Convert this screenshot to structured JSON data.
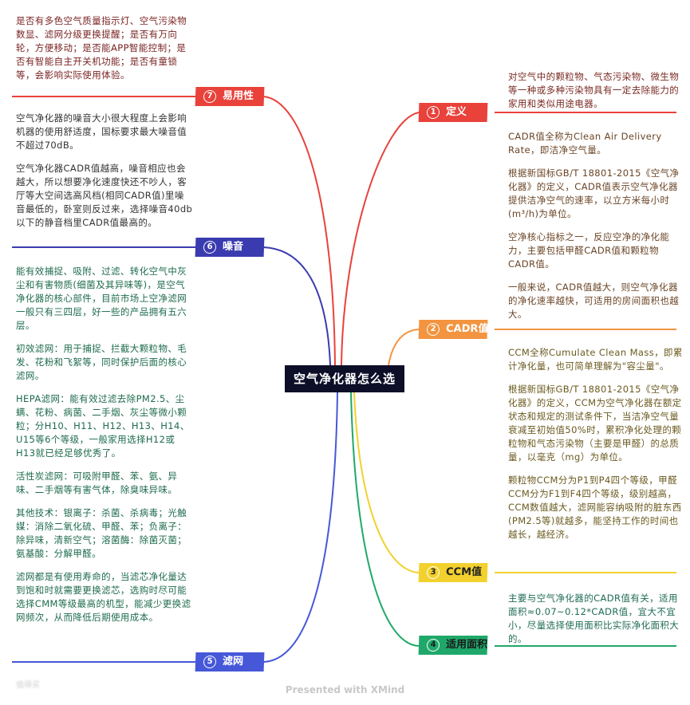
{
  "central": "空气净化器怎么选",
  "colors": {
    "red": "#e8423b",
    "orange": "#f29440",
    "yellow": "#f2d12e",
    "green": "#1fa86a",
    "blue6": "#3b3bb0",
    "blue5": "#4658d8",
    "central_bg": "#0d0f28"
  },
  "branches": {
    "b1": {
      "num": "1",
      "label": "定义",
      "notes": [
        "对空气中的颗粒物、气态污染物、微生物等一种或多种污染物具有一定去除能力的家用和类似用途电器。"
      ]
    },
    "b2": {
      "num": "2",
      "label": "CADR值",
      "notes": [
        "CADR值全称为Clean Air Delivery Rate，即洁净空气量。",
        "根据新国标GB/T 18801-2015《空气净化器》的定义，CADR值表示空气净化器提供洁净空气的速率，以立方米每小时(m³/h)为单位。",
        "空净核心指标之一，反应空净的净化能力，主要包括甲醛CADR值和颗粒物CADR值。",
        "一般来说，CADR值越大，则空气净化器的净化速率越快，可适用的房间面积也越大。"
      ]
    },
    "b3": {
      "num": "3",
      "label": "CCM值",
      "notes": [
        "CCM全称Cumulate Clean Mass，即累计净化量，也可简单理解为\"容尘量\"。",
        "根据新国标GB/T 18801-2015《空气净化器》的定义，CCM为空气净化器在额定状态和规定的测试条件下，当洁净空气量衰减至初始值50%时，累积净化处理的颗粒物和气态污染物（主要是甲醛）的总质量，以毫克（mg）为单位。",
        "颗粒物CCM分为P1到P4四个等级，甲醛CCM分为F1到F4四个等级，级别越高，CCM数值越大，滤网能容纳吸附的脏东西(PM2.5等)就越多，能坚持工作的时间也越长，越经济。"
      ]
    },
    "b4": {
      "num": "4",
      "label": "适用面积",
      "notes": [
        "主要与空气净化器的CADR值有关，适用面积≈0.07~0.12*CADR值，宜大不宜小，尽量选择使用面积比实际净化面积大的。"
      ]
    },
    "b5": {
      "num": "5",
      "label": "滤网",
      "notes": [
        "能有效捕捉、吸附、过滤、转化空气中灰尘和有害物质(细菌及其异味等)，是空气净化器的核心部件，目前市场上空净滤网一般只有三四层，好一些的产品拥有五六层。",
        "初效滤网：用于捕捉、拦截大颗粒物、毛发、花粉和飞絮等，同时保护后面的核心滤网。",
        "HEPA滤网：能有效过滤去除PM2.5、尘螨、花粉、病菌、二手烟、灰尘等微小颗粒；分H10、H11、H12、H13、H14、U15等6个等级，一般家用选择H12或H13就已经足够优秀了。",
        "活性炭滤网：可吸附甲醛、苯、氨、异味、二手烟等有害气体，除臭味异味。",
        "其他技术：银离子：杀菌、杀病毒；光触媒：消除二氧化硫、甲醛、苯；负离子：除异味，清新空气；溶菌酶：除菌灭菌；氨基酸：分解甲醛。",
        "滤网都是有使用寿命的，当滤芯净化量达到饱和时就需要更换滤芯，选购时尽可能选择CMM等级最高的机型，能减少更换滤网频次，从而降低后期使用成本。"
      ]
    },
    "b6": {
      "num": "6",
      "label": "噪音",
      "notes": [
        "空气净化器的噪音大小很大程度上会影响机器的使用舒适度，国标要求最大噪音值不超过70dB。",
        "空气净化器CADR值越高，噪音相应也会越大，所以想要净化速度快还不吵人，客厅等大空间选高风档(相同CADR值)里噪音最低的，卧室则反过来，选择噪音40db以下的静音档里CADR值最高的。"
      ]
    },
    "b7": {
      "num": "7",
      "label": "易用性",
      "notes": [
        "是否有多色空气质量指示灯、空气污染物数显、滤网分级更换提醒；是否有万向轮，方便移动；是否能APP智能控制；是否有智能自主开关机功能；是否有童锁等，会影响实际使用体验。"
      ]
    }
  },
  "footer": "Presented with XMind",
  "watermark": "值得买"
}
